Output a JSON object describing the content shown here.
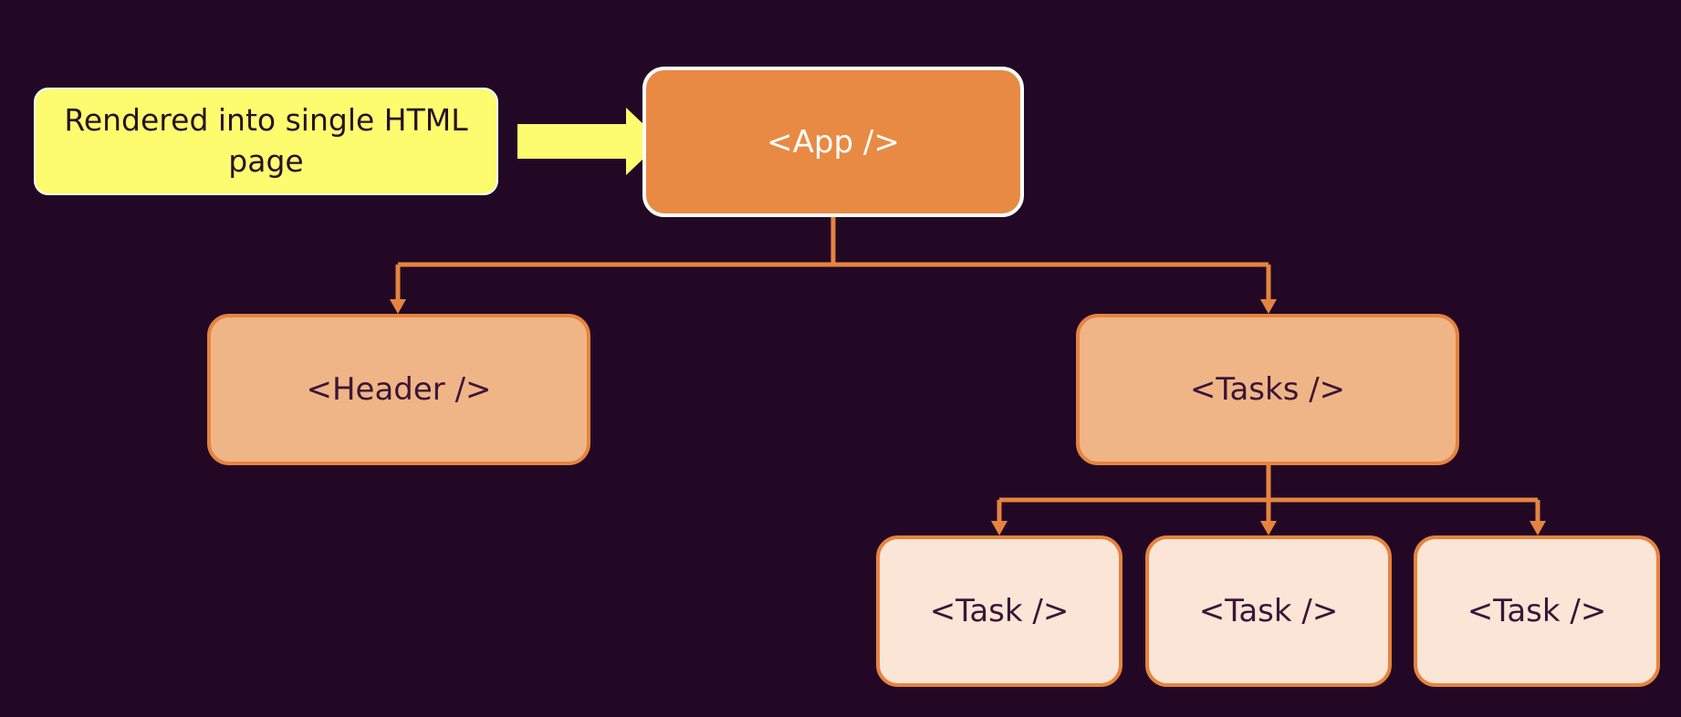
{
  "callout": {
    "text": "Rendered into single HTML page"
  },
  "tree": {
    "root": {
      "label": "<App />"
    },
    "children": [
      {
        "label": "<Header />"
      },
      {
        "label": "<Tasks />",
        "children": [
          {
            "label": "<Task />"
          },
          {
            "label": "<Task />"
          },
          {
            "label": "<Task />"
          }
        ]
      }
    ]
  },
  "colors": {
    "background": "#230826",
    "callout_fill": "#fcfc6e",
    "arrow_fill": "#fcfc6e",
    "root_fill": "#e88a44",
    "root_border": "#ffffff",
    "level1_fill": "#f0b586",
    "level2_fill": "#fbe5d6",
    "node_border": "#e5843f",
    "connector": "#e5843f"
  }
}
